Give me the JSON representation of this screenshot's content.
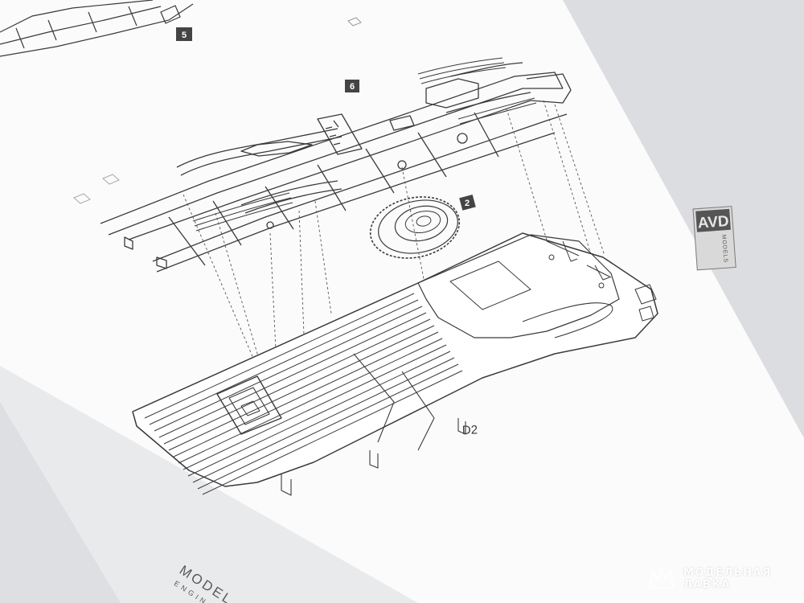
{
  "sheet": {
    "step_previous": "5",
    "step_current": "6",
    "spare_wheel_part": "2",
    "floor_part": "D2",
    "brand_logo": "AVD",
    "brand_sub": "MODELS",
    "footer_brand": "MODEL",
    "footer_sub": "ENGIN"
  },
  "watermark": {
    "line1": "МОДЕЛЬНАЯ",
    "line2": "ЛАВКА",
    "color": "#ffffff"
  },
  "colors": {
    "paper": "#fbfbfb",
    "background": "#e9eaec",
    "line_art": "#3a3a3a",
    "marker": "#444444"
  }
}
